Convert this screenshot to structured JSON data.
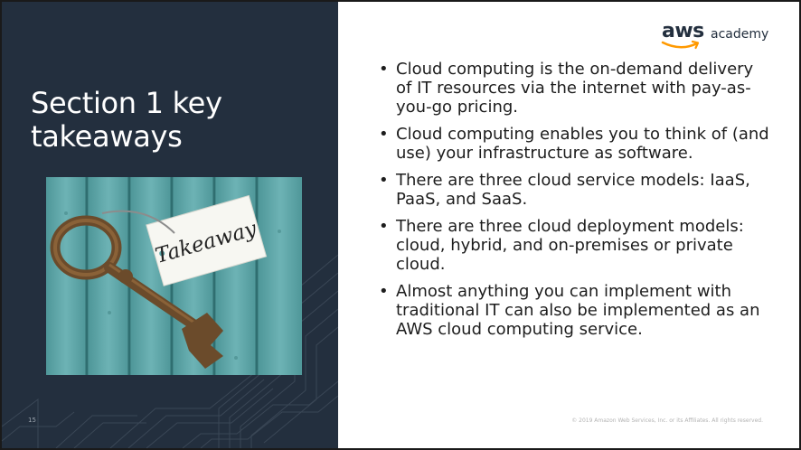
{
  "slide": {
    "title": "Section 1 key takeaways",
    "slide_number": "15",
    "image": {
      "tag_text": "Takeaway"
    },
    "logo": {
      "brand": "aws",
      "product": "academy"
    },
    "bullets": [
      "Cloud computing is the on-demand delivery of IT resources via the internet with pay-as-you-go pricing.",
      "Cloud computing enables you to think of (and use) your infrastructure as software.",
      "There are three cloud service models: IaaS, PaaS, and SaaS.",
      "There are three cloud deployment models: cloud, hybrid, and on-premises or private cloud.",
      "Almost anything you can implement with traditional IT can also be implemented as an AWS cloud computing service."
    ],
    "copyright": "© 2019 Amazon Web Services, Inc. or its Affiliates. All rights reserved."
  },
  "colors": {
    "dark_panel": "#232f3e",
    "aws_orange": "#ff9900",
    "wood_teal": "#5fa6a8"
  }
}
